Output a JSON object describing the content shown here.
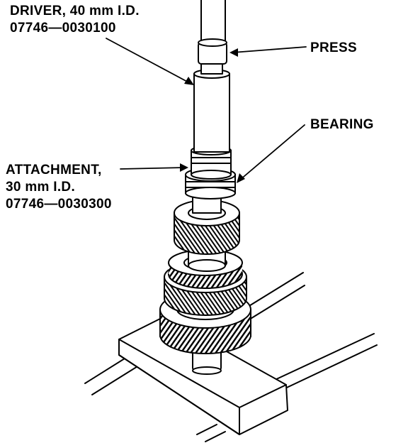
{
  "callouts": {
    "driver": {
      "line1": "DRIVER, 40 mm I.D.",
      "line2": "07746—0030100"
    },
    "attachment": {
      "line1": "ATTACHMENT,",
      "line2": "30 mm I.D.",
      "line3": "07746—0030300"
    },
    "press": {
      "text": "PRESS"
    },
    "bearing": {
      "text": "BEARING"
    }
  },
  "colors": {
    "ink": "#000000",
    "paper": "#ffffff"
  }
}
